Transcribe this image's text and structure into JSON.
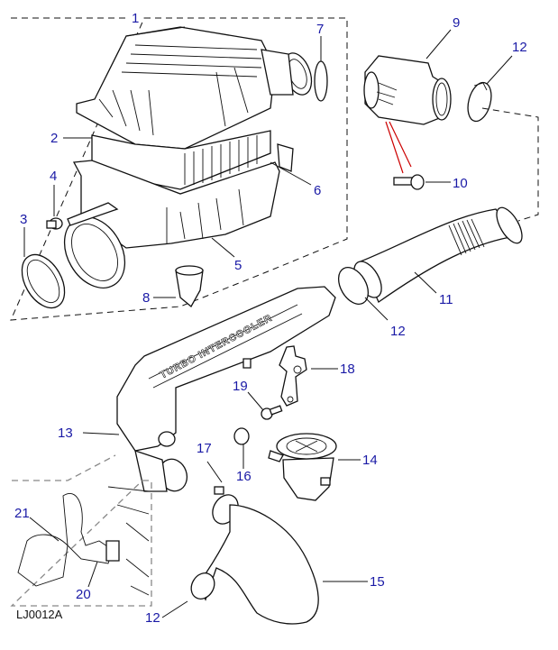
{
  "diagram": {
    "drawing_code": "LJ0012A",
    "embossed_text": "TURBO INTERCOOLER",
    "label_color": "#1a1aa6",
    "callouts": [
      {
        "id": "c1",
        "label": "1",
        "part": "air-cleaner-assembly"
      },
      {
        "id": "c2",
        "label": "2",
        "part": "air-filter-element"
      },
      {
        "id": "c3",
        "label": "3",
        "part": "seal"
      },
      {
        "id": "c4",
        "label": "4",
        "part": "grommet"
      },
      {
        "id": "c5",
        "label": "5",
        "part": "clip"
      },
      {
        "id": "c6",
        "label": "6",
        "part": "clip"
      },
      {
        "id": "c7",
        "label": "7",
        "part": "o-ring"
      },
      {
        "id": "c8",
        "label": "8",
        "part": "valve"
      },
      {
        "id": "c9",
        "label": "9",
        "part": "air-flow-meter"
      },
      {
        "id": "c10",
        "label": "10",
        "part": "bolt"
      },
      {
        "id": "c11",
        "label": "11",
        "part": "hose"
      },
      {
        "id": "c12a",
        "label": "12",
        "part": "hose-clip"
      },
      {
        "id": "c12b",
        "label": "12",
        "part": "hose-clip"
      },
      {
        "id": "c12c",
        "label": "12",
        "part": "hose-clip"
      },
      {
        "id": "c13",
        "label": "13",
        "part": "intercooler"
      },
      {
        "id": "c14",
        "label": "14",
        "part": "elbow"
      },
      {
        "id": "c15",
        "label": "15",
        "part": "hose"
      },
      {
        "id": "c16",
        "label": "16",
        "part": "grommet"
      },
      {
        "id": "c17",
        "label": "17",
        "part": "hose-clip"
      },
      {
        "id": "c18",
        "label": "18",
        "part": "bracket"
      },
      {
        "id": "c19",
        "label": "19",
        "part": "screw"
      },
      {
        "id": "c20",
        "label": "20",
        "part": "hose"
      },
      {
        "id": "c21",
        "label": "21",
        "part": "clip"
      }
    ]
  }
}
